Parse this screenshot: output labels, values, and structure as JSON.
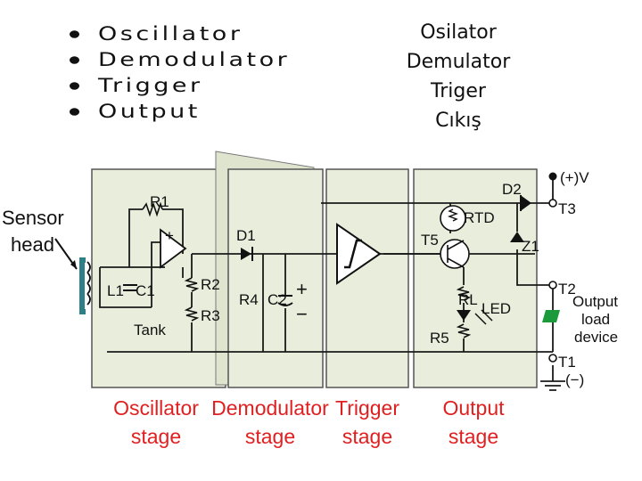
{
  "bullets": [
    "Oscillator",
    "Demodulator",
    "Trigger",
    "Output"
  ],
  "translations": [
    "Osilator",
    "Demulator",
    "Triger",
    "Cıkış"
  ],
  "diagram": {
    "sensor_head": [
      "Sensor",
      "head"
    ],
    "components": {
      "r1": "R1",
      "c1": "C1",
      "l1": "L1",
      "tank": "Tank",
      "r2": "R2",
      "r3": "R3",
      "d1": "D1",
      "r4": "R4",
      "c2": "C2",
      "plus": "+",
      "minus": "−",
      "d2": "D2",
      "rtd": "RTD",
      "t5": "T5",
      "z1": "Z1",
      "rl": "RL",
      "led": "LED",
      "r5": "R5",
      "pv": "(+)V",
      "t3": "T3",
      "t2": "T2",
      "t1": "T1",
      "neg": "(−)"
    },
    "output_load": [
      "Output",
      "load",
      "device"
    ],
    "stages": {
      "oscillator": [
        "Oscillator",
        "stage"
      ],
      "demodulator": [
        "Demodulator",
        "stage"
      ],
      "trigger": [
        "Trigger",
        "stage"
      ],
      "output": [
        "Output",
        "stage"
      ]
    }
  },
  "colors": {
    "stage_label": "#e02020",
    "panel": "#e9eddc",
    "wire": "#1a1a1a",
    "sensor": "#2f7f86",
    "load": "#1a9a3a"
  }
}
